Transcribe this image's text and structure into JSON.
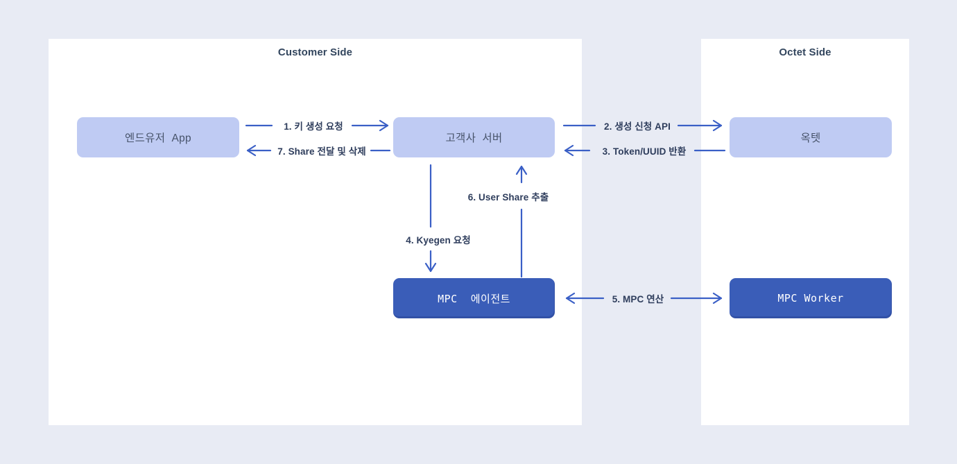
{
  "diagram": {
    "panels": {
      "customer": {
        "title": "Customer Side"
      },
      "octet": {
        "title": "Octet Side"
      }
    },
    "nodes": {
      "end_user_app": {
        "label": "엔드유저  App"
      },
      "customer_server": {
        "label": "고객사  서버"
      },
      "octet": {
        "label": "옥텟"
      },
      "mpc_agent": {
        "label": "MPC  에이전트"
      },
      "mpc_worker": {
        "label": "MPC Worker"
      }
    },
    "flows": {
      "step1": {
        "label": "1. 키 생성 요청"
      },
      "step2": {
        "label": "2. 생성 신청 API"
      },
      "step3": {
        "label": "3. Token/UUID 반환"
      },
      "step4": {
        "label": "4. Kyegen 요청"
      },
      "step5": {
        "label": "5. MPC 연산"
      },
      "step6": {
        "label": "6. User Share 추출"
      },
      "step7": {
        "label": "7. Share 전달 및 삭제"
      }
    },
    "colors": {
      "background": "#E8EBF4",
      "panel": "#FFFFFF",
      "node_light": "#BFCBF3",
      "node_dark": "#3A5DB8",
      "arrow": "#3A5FC6",
      "label_text": "#2E3D5C",
      "node_text_light": "#47536A",
      "node_text_dark": "#FFFFFF",
      "title_text": "#33465E"
    }
  }
}
